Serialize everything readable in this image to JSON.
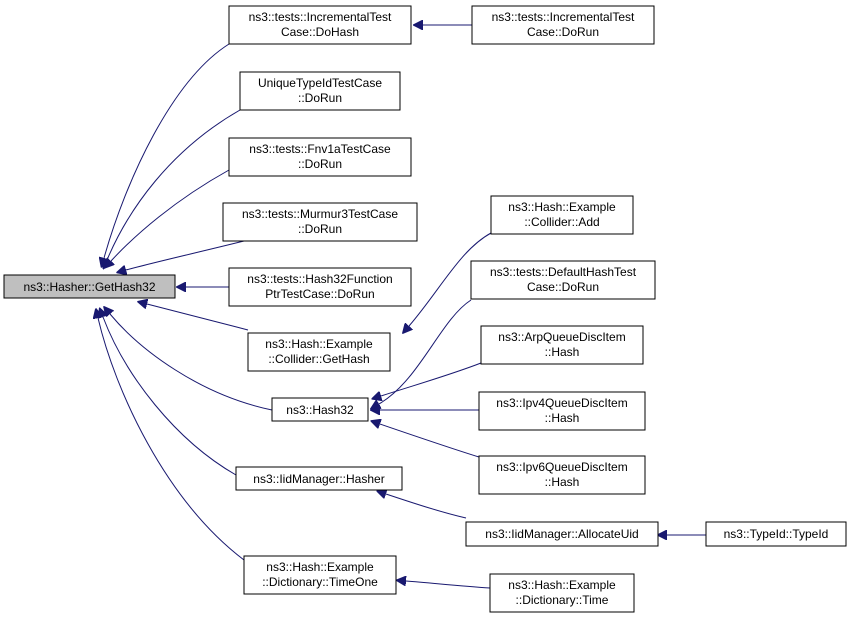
{
  "graph": {
    "root": "ns3::Hasher::GetHash32",
    "nodes": {
      "incremental_dohash": [
        "ns3::tests::IncrementalTest",
        "Case::DoHash"
      ],
      "incremental_dorun": [
        "ns3::tests::IncrementalTest",
        "Case::DoRun"
      ],
      "uniquetypeid_dorun": [
        "UniqueTypeIdTestCase",
        "::DoRun"
      ],
      "fnv1a_dorun": [
        "ns3::tests::Fnv1aTestCase",
        "::DoRun"
      ],
      "murmur3_dorun": [
        "ns3::tests::Murmur3TestCase",
        "::DoRun"
      ],
      "hash32fp_dorun": [
        "ns3::tests::Hash32Function",
        "PtrTestCase::DoRun"
      ],
      "collider_gethash": [
        "ns3::Hash::Example",
        "::Collider::GetHash"
      ],
      "collider_add": [
        "ns3::Hash::Example",
        "::Collider::Add"
      ],
      "hash32": [
        "ns3::Hash32"
      ],
      "defaulthash_dorun": [
        "ns3::tests::DefaultHashTest",
        "Case::DoRun"
      ],
      "arpqueue_hash": [
        "ns3::ArpQueueDiscItem",
        "::Hash"
      ],
      "ipv4queue_hash": [
        "ns3::Ipv4QueueDiscItem",
        "::Hash"
      ],
      "ipv6queue_hash": [
        "ns3::Ipv6QueueDiscItem",
        "::Hash"
      ],
      "iidmanager_hasher": [
        "ns3::IidManager::Hasher"
      ],
      "iidmanager_allocateuid": [
        "ns3::IidManager::AllocateUid"
      ],
      "typeid_typeid": [
        "ns3::TypeId::TypeId"
      ],
      "dictionary_timeone": [
        "ns3::Hash::Example",
        "::Dictionary::TimeOne"
      ],
      "dictionary_time": [
        "ns3::Hash::Example",
        "::Dictionary::Time"
      ]
    }
  }
}
